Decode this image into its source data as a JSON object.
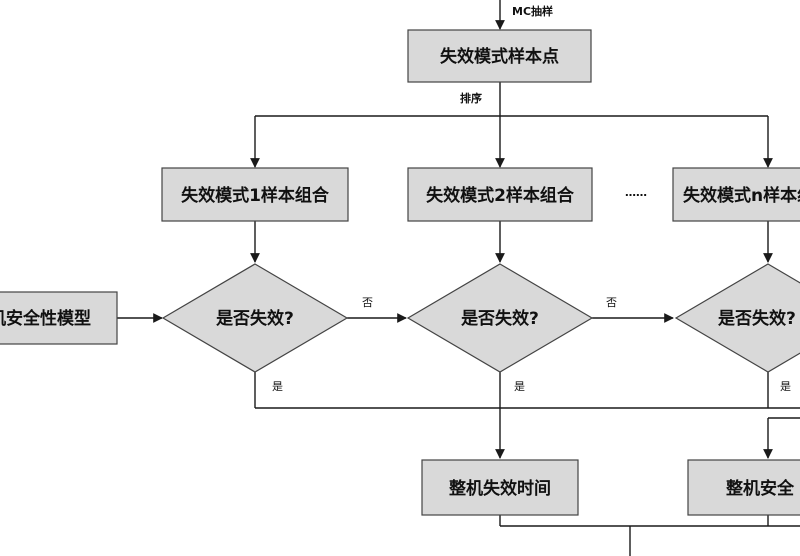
{
  "edges": {
    "mc_sampling": "MC抽样",
    "sort": "排序",
    "no_1": "否",
    "no_2": "否",
    "yes_1": "是",
    "yes_2": "是",
    "yes_3": "是"
  },
  "nodes": {
    "sample_points": "失效模式样本点",
    "combo_1": "失效模式1样本组合",
    "combo_2": "失效模式2样本组合",
    "ellipsis": "……",
    "combo_n": "失效模式n样本组合",
    "safety_model": "整机安全性模型",
    "decision_1": "是否失效?",
    "decision_2": "是否失效?",
    "decision_n": "是否失效?",
    "failure_time": "整机失效时间",
    "machine_safety": "整机安全"
  }
}
